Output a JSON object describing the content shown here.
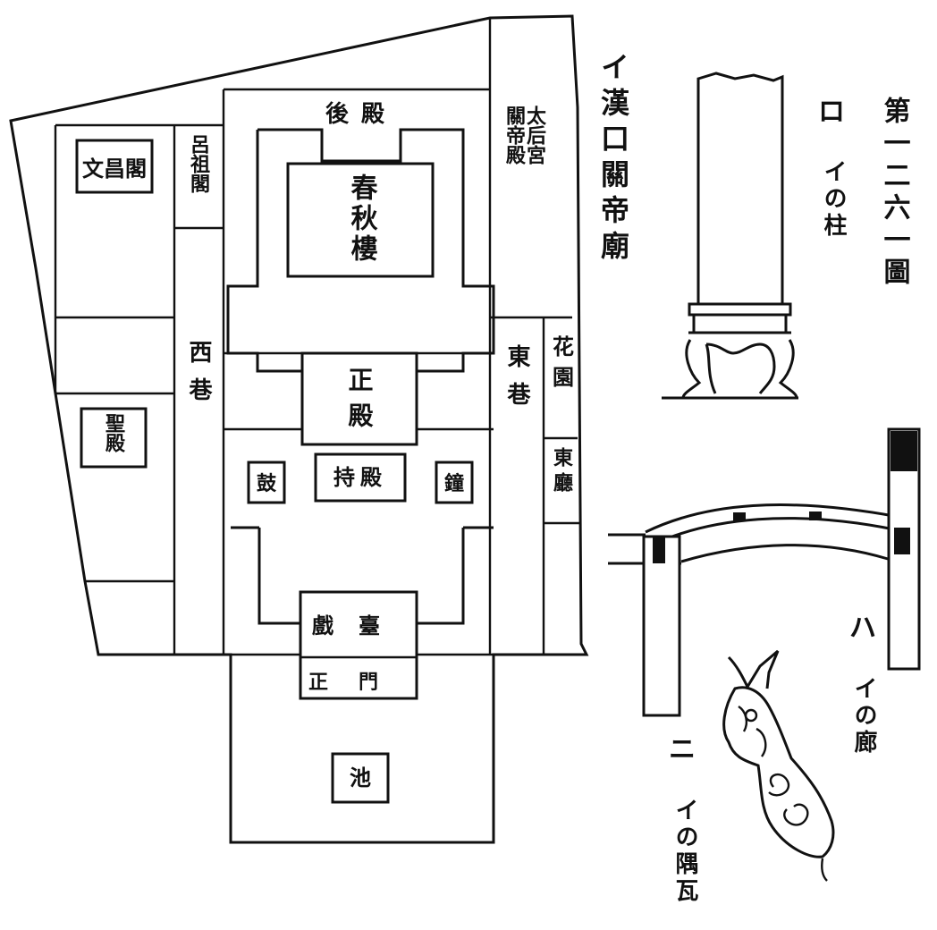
{
  "figure": {
    "title": "第一二六一圖",
    "panels": {
      "i": {
        "letter": "イ",
        "caption": "漢口關帝廟"
      },
      "ro": {
        "letter": "ロ",
        "caption": "イの柱"
      },
      "ha": {
        "letter": "ハ",
        "caption": "イの廊"
      },
      "ni": {
        "letter": "ニ",
        "caption": "イの隅瓦"
      }
    }
  },
  "plan_labels": {
    "wenchang": "文昌閣",
    "luzu": "呂祖閣",
    "xixiang": "西巷",
    "shengdian": "聖殿",
    "houdian": "後殿",
    "chunqiu": "春秋樓",
    "taigong": "太后宮",
    "guanfu": "關帝殿",
    "dongxiang": "東巷",
    "huayuan": "花園",
    "dongting": "東廳",
    "zhengdian": "正殿",
    "chidian": "持殿",
    "gu": "鼓",
    "zhong": "鐘",
    "xitai": "戲臺",
    "zhengmen": "正門",
    "chi": "池"
  }
}
